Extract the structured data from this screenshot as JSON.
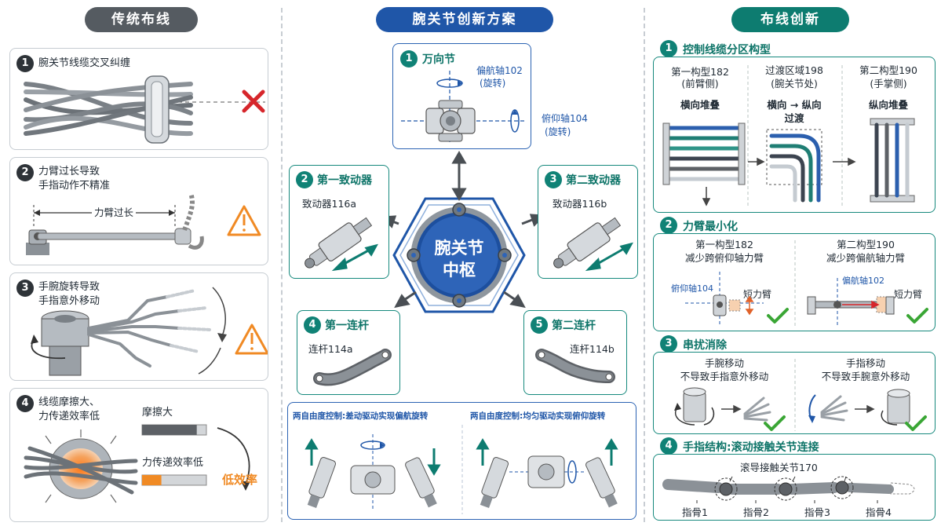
{
  "left": {
    "header": "传统布线",
    "items": [
      {
        "num": "1",
        "text": "腕关节线缆交叉纠缠"
      },
      {
        "num": "2",
        "text_line1": "力臂过长导致",
        "text_line2": "手指动作不精准",
        "arm_label": "力臂过长"
      },
      {
        "num": "3",
        "text_line1": "手腕旋转导致",
        "text_line2": "手指意外移动"
      },
      {
        "num": "4",
        "text_line1": "线缆摩擦大、",
        "text_line2": "力传递效率低",
        "friction_label": "摩擦大",
        "friction_level": 0.85,
        "efficiency_label": "力传递效率低",
        "efficiency_level": 0.3,
        "result": "低效率"
      }
    ]
  },
  "center": {
    "header": "腕关节创新方案",
    "hub_line1": "腕关节",
    "hub_line2": "中枢",
    "universal": {
      "num": "1",
      "title": "万向节",
      "yaw_line1": "偏航轴102",
      "yaw_line2": "(旋转)",
      "pitch_line1": "俯仰轴104",
      "pitch_line2": "(旋转)"
    },
    "actuator1": {
      "num": "2",
      "title": "第一致动器",
      "label": "致动器116a"
    },
    "actuator2": {
      "num": "3",
      "title": "第二致动器",
      "label": "致动器116b"
    },
    "link1": {
      "num": "4",
      "title": "第一连杆",
      "label": "连杆114a"
    },
    "link2": {
      "num": "5",
      "title": "第二连杆",
      "label": "连杆114b"
    },
    "dof_left": "两自由度控制:差动驱动实现偏航旋转",
    "dof_right": "两自由度控制:均匀驱动实现俯仰旋转"
  },
  "right": {
    "header": "布线创新",
    "s1": {
      "num": "1",
      "title": "控制线缆分区构型",
      "cols": [
        {
          "l1": "第一构型182",
          "l2": "(前臂侧)",
          "l3": "横向堆叠"
        },
        {
          "l1": "过渡区域198",
          "l2": "(腕关节处)",
          "l3": "横向 → 纵向",
          "l4": "过渡"
        },
        {
          "l1": "第二构型190",
          "l2": "(手掌侧)",
          "l3": "纵向堆叠"
        }
      ]
    },
    "s2": {
      "num": "2",
      "title": "力臂最小化",
      "left_l1": "第一构型182",
      "left_l2": "减少跨俯仰轴力臂",
      "left_axis": "俯仰轴104",
      "left_short": "短力臂",
      "right_l1": "第二构型190",
      "right_l2": "减少跨偏航轴力臂",
      "right_axis": "偏航轴102",
      "right_short": "短力臂"
    },
    "s3": {
      "num": "3",
      "title": "串扰消除",
      "left_l1": "手腕移动",
      "left_l2": "不导致手指意外移动",
      "right_l1": "手指移动",
      "right_l2": "不导致手腕意外移动"
    },
    "s4": {
      "num": "4",
      "title": "手指结构:滚动接触关节连接",
      "joint_label": "滚导接触关节170",
      "bones": [
        "指骨1",
        "指骨2",
        "指骨3",
        "指骨4"
      ]
    }
  },
  "colors": {
    "blue": "#1f56a8",
    "teal": "#0d7c70",
    "orange": "#f08a24",
    "red": "#d6262b",
    "green": "#3aa635",
    "gray": "#555b61"
  }
}
